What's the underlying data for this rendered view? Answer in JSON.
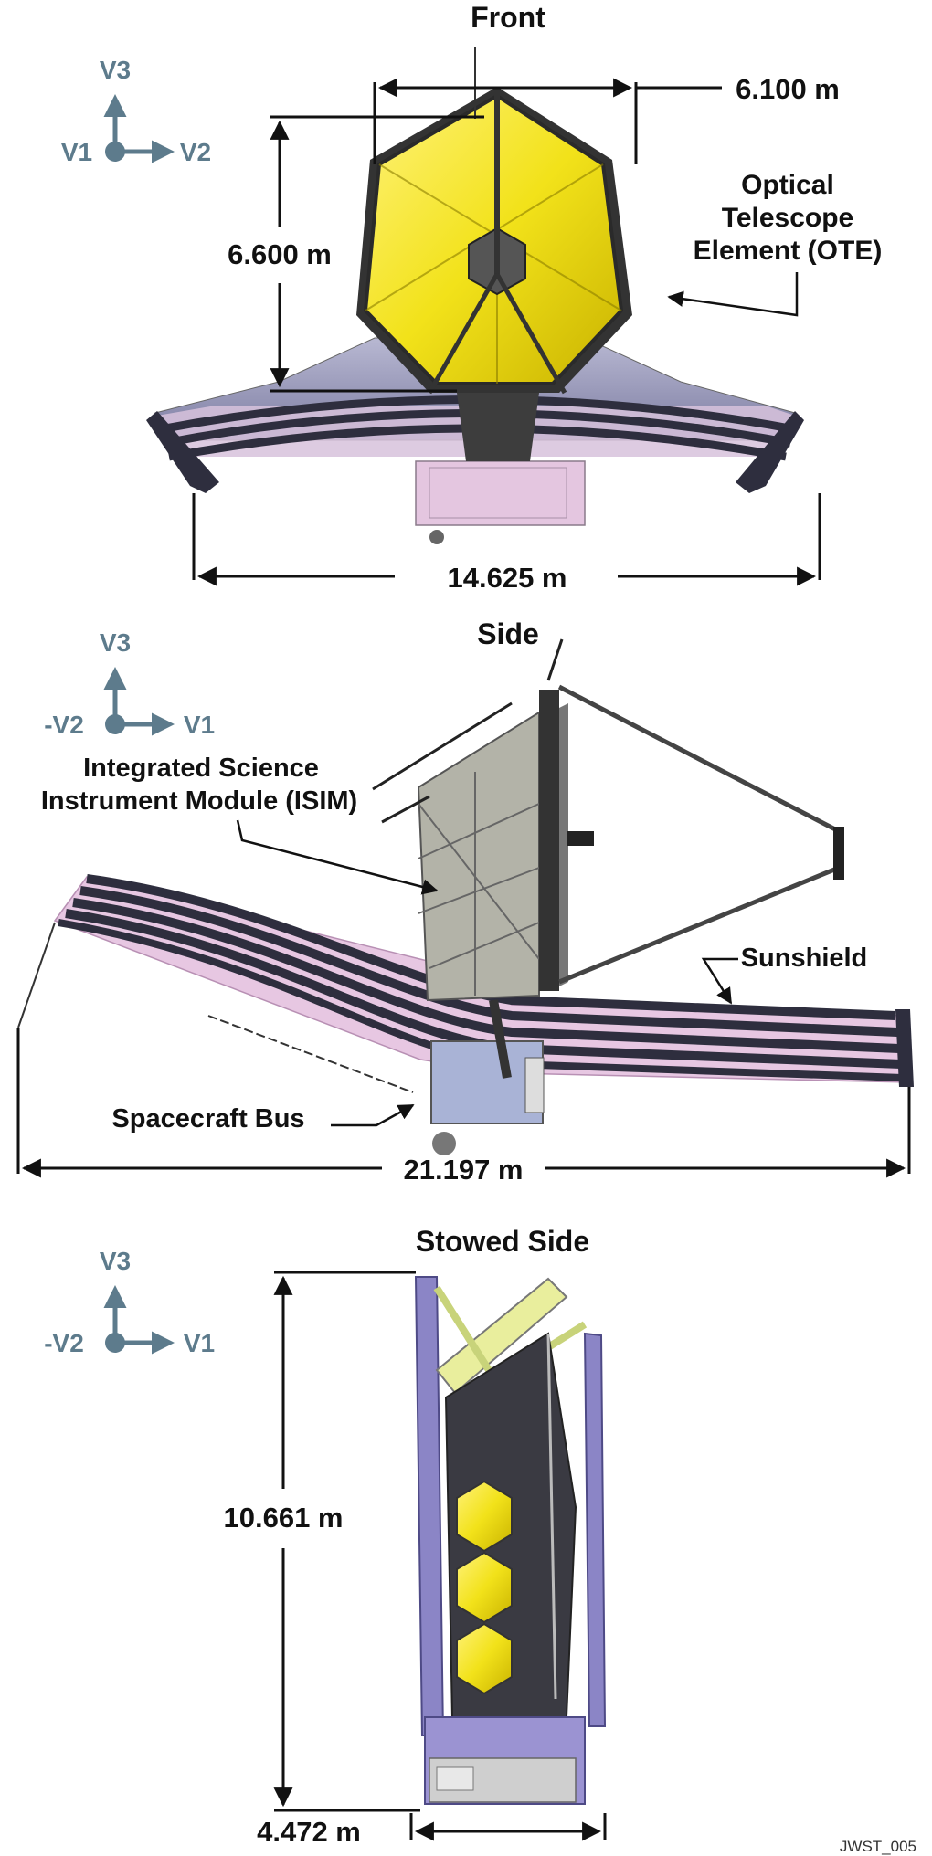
{
  "front": {
    "title": "Front",
    "axes": {
      "up": "V3",
      "left": "V1",
      "right": "V2"
    },
    "width_dim": "6.100 m",
    "height_dim": "6.600 m",
    "span_dim": "14.625 m",
    "ote_label": [
      "Optical",
      "Telescope",
      "Element (OTE)"
    ]
  },
  "side": {
    "title": "Side",
    "axes": {
      "up": "V3",
      "left": "-V2",
      "right": "V1"
    },
    "isim_label": [
      "Integrated Science",
      "Instrument Module (ISIM)"
    ],
    "sunshield_label": "Sunshield",
    "bus_label": "Spacecraft Bus",
    "span_dim": "21.197 m"
  },
  "stowed": {
    "title": "Stowed Side",
    "axes": {
      "up": "V3",
      "left": "-V2",
      "right": "V1"
    },
    "height_dim": "10.661 m",
    "width_dim": "4.472 m"
  },
  "figure_id": "JWST_005",
  "colors": {
    "mirror": "#f2e21a",
    "mirror_edge": "#2a2a2a",
    "sunshield_top": "#8f8fb0",
    "sunshield_dark": "#2e2e3e",
    "sunshield_pink": "#e0b6d6",
    "axis": "#5d7b8c",
    "stowed_frame": "#7a73b8"
  }
}
